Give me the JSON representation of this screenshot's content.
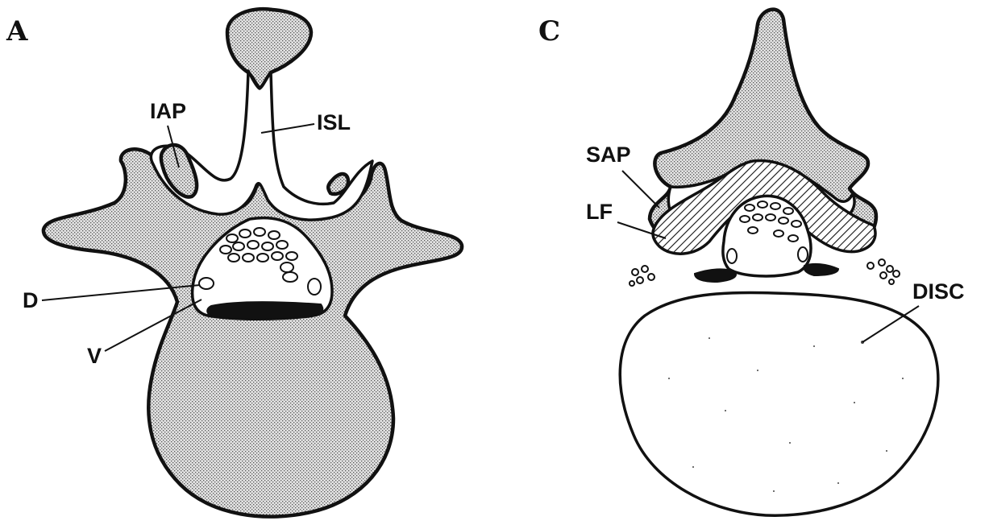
{
  "panels": [
    {
      "letter": "A",
      "labels": {
        "iap": "IAP",
        "isl": "ISL",
        "d": "D",
        "v": "V"
      }
    },
    {
      "letter": "C",
      "labels": {
        "sap": "SAP",
        "lf": "LF",
        "disc": "DISC"
      }
    }
  ]
}
